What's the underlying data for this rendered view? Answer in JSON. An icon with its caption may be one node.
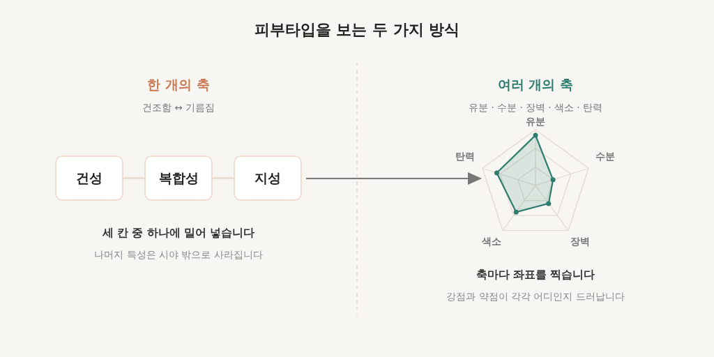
{
  "diagram": {
    "title": "피부타입을 보는 두 가지 방식",
    "nodes": [
      {
        "text": [
          "건성"
        ]
      },
      {
        "text": [
          "복합성"
        ]
      },
      {
        "text": [
          "지성"
        ]
      },
      {
        "text": [],
        "shape": "picture",
        "beside": [
          "유분",
          "수분",
          "장벽",
          "색소",
          "탄력"
        ]
      }
    ],
    "edges": [
      {
        "from": 0,
        "to": 1,
        "arrow": "none"
      },
      {
        "from": 1,
        "to": 2,
        "arrow": "none"
      },
      {
        "from": 2,
        "to": 3,
        "arrow": "to",
        "color": "#777777"
      }
    ],
    "labels": [
      "한 개의 축",
      "건조함 ↔ 기름짐",
      "세 칸 중 하나에 밀어 넣습니다",
      "나머지 특성은 시야 밖으로 사라집니다",
      "여러 개의 축",
      "유분 · 수분 · 장벽 · 색소 · 탄력",
      "축마다 좌표를 찍습니다",
      "강점과 약점이 각각 어디인지 드러납니다"
    ]
  }
}
